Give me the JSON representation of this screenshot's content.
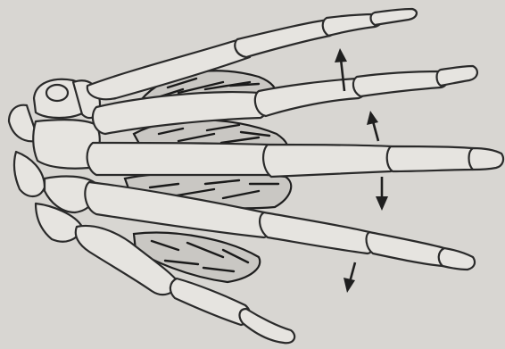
{
  "figure": {
    "subject": "hand-skeleton-with-interosseous-muscles",
    "background_color": "#d8d6d2",
    "line_color": "#2a2a2a",
    "bone_fill": "#e6e4e0",
    "muscle_fill": "#c9c7c3",
    "fingers": [
      {
        "name": "index"
      },
      {
        "name": "middle"
      },
      {
        "name": "ring"
      },
      {
        "name": "little"
      }
    ],
    "muscles": [
      {
        "name": "interosseous-1"
      },
      {
        "name": "interosseous-2"
      },
      {
        "name": "interosseous-3"
      },
      {
        "name": "interosseous-4"
      }
    ],
    "arrows": [
      {
        "name": "arrow-index",
        "direction": "up"
      },
      {
        "name": "arrow-middle",
        "direction": "up"
      },
      {
        "name": "arrow-ring",
        "direction": "down"
      },
      {
        "name": "arrow-little",
        "direction": "down"
      }
    ]
  }
}
